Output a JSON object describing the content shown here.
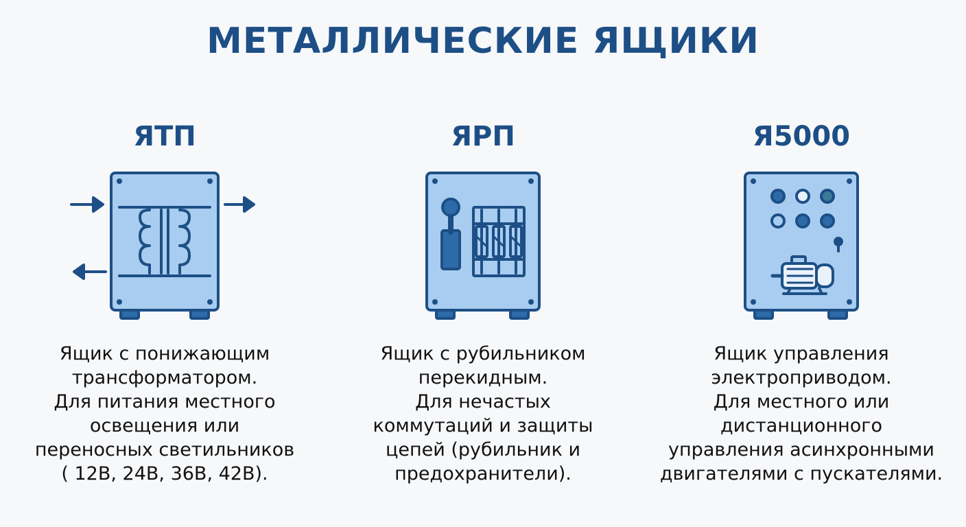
{
  "title": "МЕТАЛЛИЧЕСКИЕ ЯЩИКИ",
  "colors": {
    "accent": "#1d4f86",
    "box_fill": "#a9cdf0",
    "text": "#111111"
  },
  "items": [
    {
      "name": "ЯТП",
      "icon": "transformer-box-icon",
      "description": [
        "Ящик с понижающим",
        "трансформатором.",
        "Для питания местного",
        "освещения или",
        "переносных светильников",
        "( 12В, 24В, 36В, 42В)."
      ]
    },
    {
      "name": "ЯРП",
      "icon": "switch-fuse-box-icon",
      "description": [
        "Ящик с рубильником",
        "перекидным.",
        "Для нечастых",
        "коммутаций и защиты",
        "цепей (рубильник и",
        "предохранители)."
      ]
    },
    {
      "name": "Я5000",
      "icon": "motor-control-box-icon",
      "description": [
        "Ящик управления",
        "электроприводом.",
        "Для местного или",
        "дистанционного",
        "управления асинхронными",
        "двигателями с пускателями."
      ]
    }
  ]
}
